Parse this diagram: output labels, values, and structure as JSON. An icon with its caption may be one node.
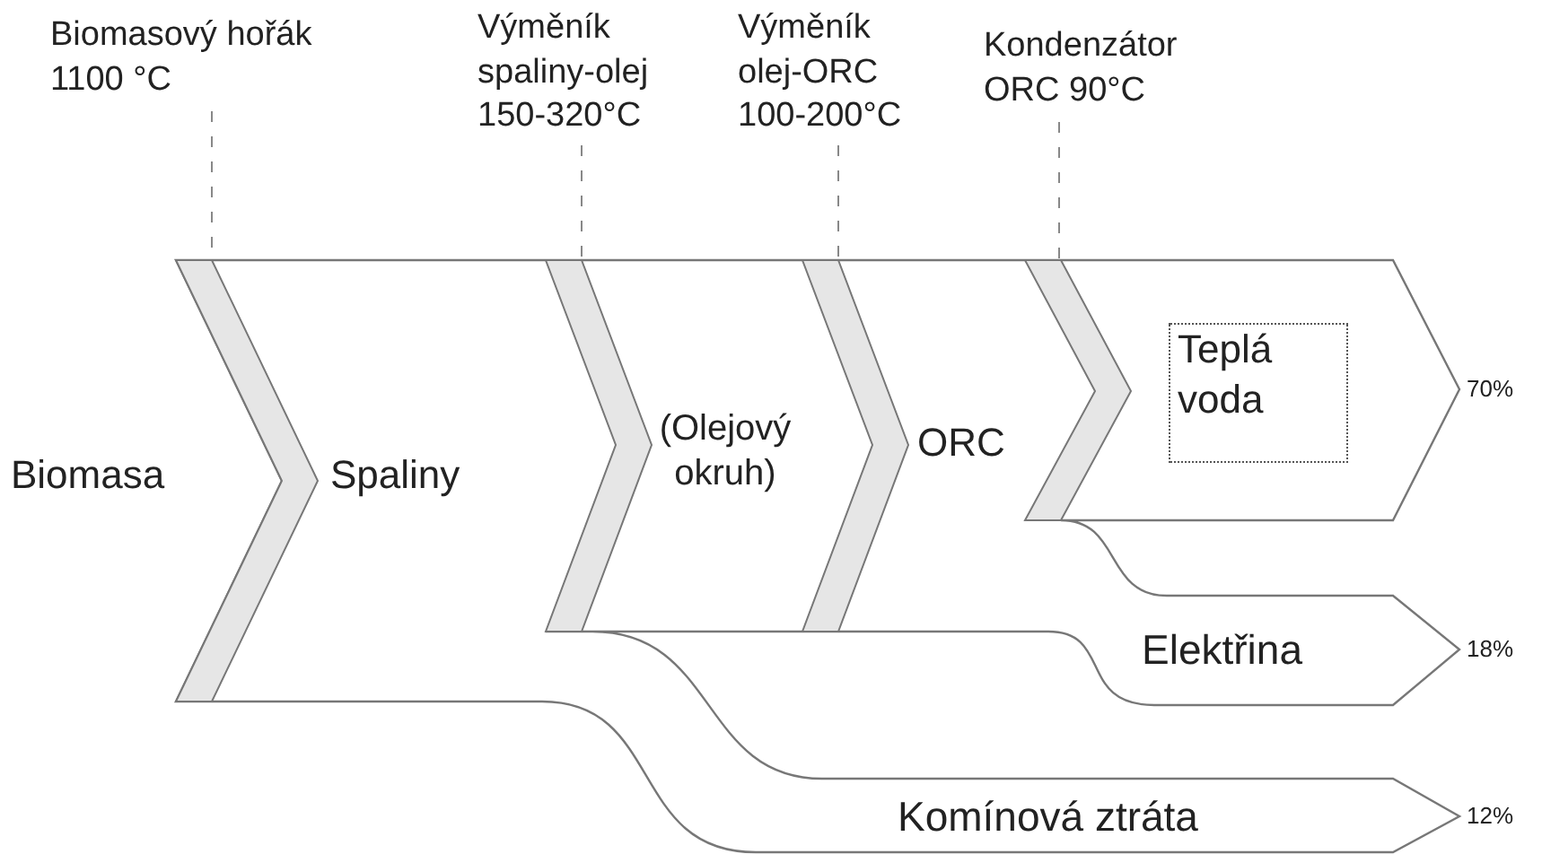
{
  "diagram": {
    "nodes": [
      {
        "text": [
          "Biomasa"
        ]
      },
      {
        "text": [
          "Spaliny"
        ]
      },
      {
        "text": [
          "(Olejový okruh)"
        ]
      },
      {
        "text": [
          "ORC"
        ]
      },
      {
        "text": [
          "Teplá voda"
        ]
      },
      {
        "text": [
          "Elektřina"
        ]
      },
      {
        "text": [
          "Komínová ztráta"
        ]
      },
      {
        "text": [
          "Biomasový hořák 1100 °C"
        ]
      },
      {
        "text": [
          "Výměník spaliny-olej 150-320°C"
        ]
      },
      {
        "text": [
          "Výměník olej-ORC 100-200°C"
        ]
      },
      {
        "text": [
          "Kondenzátor ORC 90°C"
        ]
      }
    ],
    "edges": [
      {
        "from": 7,
        "to": null,
        "arrow": "none",
        "style": "dashed"
      },
      {
        "from": 8,
        "to": null,
        "arrow": "none",
        "style": "dashed"
      },
      {
        "from": 9,
        "to": null,
        "arrow": "none",
        "style": "dashed"
      },
      {
        "from": 10,
        "to": null,
        "arrow": "none",
        "style": "dashed"
      }
    ],
    "labels": [
      "70%",
      "18%",
      "12%"
    ]
  }
}
